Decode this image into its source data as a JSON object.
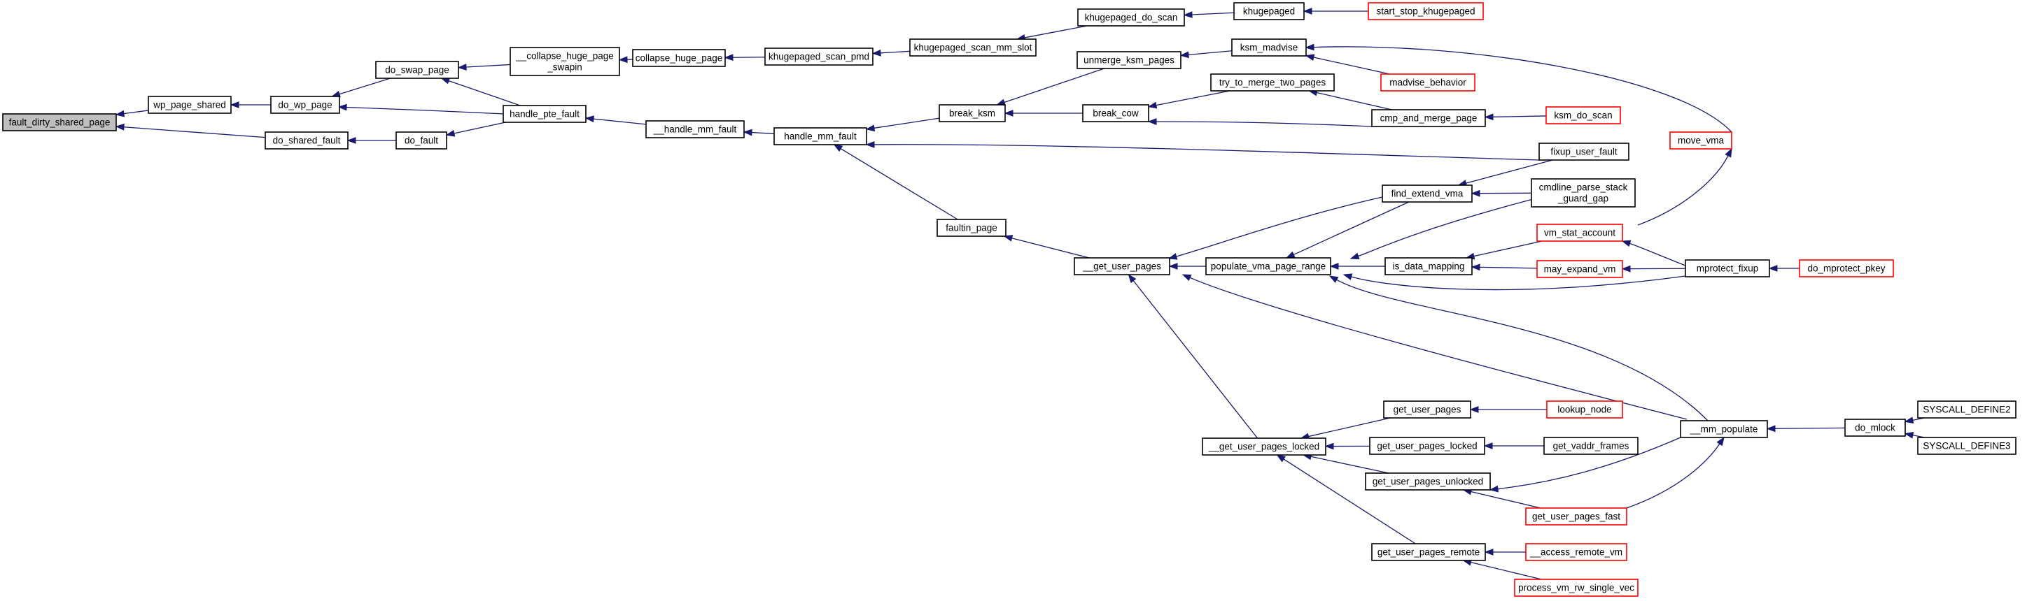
{
  "colors": {
    "edge": "#191970",
    "border_normal": "#000000",
    "border_truncated": "#ff0000",
    "focus_fill": "#bfbfbf"
  },
  "nodes": [
    {
      "id": "fault_dirty_shared_page",
      "label": [
        "fault_dirty_shared_page"
      ],
      "kind": "focus"
    },
    {
      "id": "wp_page_shared",
      "label": [
        "wp_page_shared"
      ],
      "kind": "normal"
    },
    {
      "id": "do_shared_fault",
      "label": [
        "do_shared_fault"
      ],
      "kind": "normal"
    },
    {
      "id": "do_wp_page",
      "label": [
        "do_wp_page"
      ],
      "kind": "normal"
    },
    {
      "id": "do_fault",
      "label": [
        "do_fault"
      ],
      "kind": "normal"
    },
    {
      "id": "do_swap_page",
      "label": [
        "do_swap_page"
      ],
      "kind": "normal"
    },
    {
      "id": "handle_pte_fault",
      "label": [
        "handle_pte_fault"
      ],
      "kind": "normal"
    },
    {
      "id": "collapse_huge_page_swapin",
      "label": [
        "__collapse_huge_page",
        "_swapin"
      ],
      "kind": "normal"
    },
    {
      "id": "collapse_huge_page",
      "label": [
        "collapse_huge_page"
      ],
      "kind": "normal"
    },
    {
      "id": "khugepaged_scan_pmd",
      "label": [
        "khugepaged_scan_pmd"
      ],
      "kind": "normal"
    },
    {
      "id": "khugepaged_scan_mm_slot",
      "label": [
        "khugepaged_scan_mm_slot"
      ],
      "kind": "normal"
    },
    {
      "id": "khugepaged_do_scan",
      "label": [
        "khugepaged_do_scan"
      ],
      "kind": "normal"
    },
    {
      "id": "khugepaged",
      "label": [
        "khugepaged"
      ],
      "kind": "normal"
    },
    {
      "id": "start_stop_khugepaged",
      "label": [
        "start_stop_khugepaged"
      ],
      "kind": "truncated"
    },
    {
      "id": "__handle_mm_fault",
      "label": [
        "__handle_mm_fault"
      ],
      "kind": "normal"
    },
    {
      "id": "handle_mm_fault",
      "label": [
        "handle_mm_fault"
      ],
      "kind": "normal"
    },
    {
      "id": "break_ksm",
      "label": [
        "break_ksm"
      ],
      "kind": "normal"
    },
    {
      "id": "unmerge_ksm_pages",
      "label": [
        "unmerge_ksm_pages"
      ],
      "kind": "normal"
    },
    {
      "id": "ksm_madvise",
      "label": [
        "ksm_madvise"
      ],
      "kind": "normal"
    },
    {
      "id": "madvise_behavior",
      "label": [
        "madvise_behavior"
      ],
      "kind": "truncated"
    },
    {
      "id": "break_cow",
      "label": [
        "break_cow"
      ],
      "kind": "normal"
    },
    {
      "id": "try_to_merge_two_pages",
      "label": [
        "try_to_merge_two_pages"
      ],
      "kind": "normal"
    },
    {
      "id": "cmp_and_merge_page",
      "label": [
        "cmp_and_merge_page"
      ],
      "kind": "normal"
    },
    {
      "id": "ksm_do_scan",
      "label": [
        "ksm_do_scan"
      ],
      "kind": "truncated"
    },
    {
      "id": "move_vma",
      "label": [
        "move_vma"
      ],
      "kind": "truncated"
    },
    {
      "id": "fixup_user_fault",
      "label": [
        "fixup_user_fault"
      ],
      "kind": "normal"
    },
    {
      "id": "faultin_page",
      "label": [
        "faultin_page"
      ],
      "kind": "normal"
    },
    {
      "id": "__get_user_pages",
      "label": [
        "__get_user_pages"
      ],
      "kind": "normal"
    },
    {
      "id": "find_extend_vma",
      "label": [
        "find_extend_vma"
      ],
      "kind": "normal"
    },
    {
      "id": "cmdline_parse_stack_guard_gap",
      "label": [
        "cmdline_parse_stack",
        "_guard_gap"
      ],
      "kind": "normal"
    },
    {
      "id": "populate_vma_page_range",
      "label": [
        "populate_vma_page_range"
      ],
      "kind": "normal"
    },
    {
      "id": "is_data_mapping",
      "label": [
        "is_data_mapping"
      ],
      "kind": "normal"
    },
    {
      "id": "vm_stat_account",
      "label": [
        "vm_stat_account"
      ],
      "kind": "truncated"
    },
    {
      "id": "may_expand_vm",
      "label": [
        "may_expand_vm"
      ],
      "kind": "truncated"
    },
    {
      "id": "mprotect_fixup",
      "label": [
        "mprotect_fixup"
      ],
      "kind": "normal"
    },
    {
      "id": "do_mprotect_pkey",
      "label": [
        "do_mprotect_pkey"
      ],
      "kind": "truncated"
    },
    {
      "id": "__mm_populate",
      "label": [
        "__mm_populate"
      ],
      "kind": "normal"
    },
    {
      "id": "do_mlock",
      "label": [
        "do_mlock"
      ],
      "kind": "normal"
    },
    {
      "id": "SYSCALL_DEFINE2",
      "label": [
        "SYSCALL_DEFINE2"
      ],
      "kind": "normal"
    },
    {
      "id": "SYSCALL_DEFINE3",
      "label": [
        "SYSCALL_DEFINE3"
      ],
      "kind": "normal"
    },
    {
      "id": "__get_user_pages_locked",
      "label": [
        "__get_user_pages_locked"
      ],
      "kind": "normal"
    },
    {
      "id": "get_user_pages",
      "label": [
        "get_user_pages"
      ],
      "kind": "normal"
    },
    {
      "id": "lookup_node",
      "label": [
        "lookup_node"
      ],
      "kind": "truncated"
    },
    {
      "id": "get_user_pages_locked",
      "label": [
        "get_user_pages_locked"
      ],
      "kind": "normal"
    },
    {
      "id": "get_vaddr_frames",
      "label": [
        "get_vaddr_frames"
      ],
      "kind": "normal"
    },
    {
      "id": "get_user_pages_unlocked",
      "label": [
        "get_user_pages_unlocked"
      ],
      "kind": "normal"
    },
    {
      "id": "get_user_pages_fast",
      "label": [
        "get_user_pages_fast"
      ],
      "kind": "truncated"
    },
    {
      "id": "get_user_pages_remote",
      "label": [
        "get_user_pages_remote"
      ],
      "kind": "normal"
    },
    {
      "id": "__access_remote_vm",
      "label": [
        "__access_remote_vm"
      ],
      "kind": "truncated"
    },
    {
      "id": "process_vm_rw_single_vec",
      "label": [
        "process_vm_rw_single_vec"
      ],
      "kind": "truncated"
    }
  ],
  "edges": [
    {
      "from": "wp_page_shared",
      "to": "fault_dirty_shared_page"
    },
    {
      "from": "do_shared_fault",
      "to": "fault_dirty_shared_page"
    },
    {
      "from": "do_wp_page",
      "to": "wp_page_shared"
    },
    {
      "from": "do_fault",
      "to": "do_shared_fault"
    },
    {
      "from": "do_swap_page",
      "to": "do_wp_page"
    },
    {
      "from": "handle_pte_fault",
      "to": "do_wp_page"
    },
    {
      "from": "handle_pte_fault",
      "to": "do_fault"
    },
    {
      "from": "collapse_huge_page_swapin",
      "to": "do_swap_page"
    },
    {
      "from": "handle_pte_fault",
      "to": "do_swap_page"
    },
    {
      "from": "collapse_huge_page",
      "to": "collapse_huge_page_swapin"
    },
    {
      "from": "khugepaged_scan_pmd",
      "to": "collapse_huge_page"
    },
    {
      "from": "khugepaged_scan_mm_slot",
      "to": "khugepaged_scan_pmd"
    },
    {
      "from": "khugepaged_do_scan",
      "to": "khugepaged_scan_mm_slot"
    },
    {
      "from": "khugepaged",
      "to": "khugepaged_do_scan"
    },
    {
      "from": "start_stop_khugepaged",
      "to": "khugepaged"
    },
    {
      "from": "__handle_mm_fault",
      "to": "handle_pte_fault"
    },
    {
      "from": "handle_mm_fault",
      "to": "__handle_mm_fault"
    },
    {
      "from": "break_ksm",
      "to": "handle_mm_fault"
    },
    {
      "from": "fixup_user_fault",
      "to": "handle_mm_fault"
    },
    {
      "from": "faultin_page",
      "to": "handle_mm_fault"
    },
    {
      "from": "unmerge_ksm_pages",
      "to": "break_ksm"
    },
    {
      "from": "break_cow",
      "to": "break_ksm"
    },
    {
      "from": "ksm_madvise",
      "to": "unmerge_ksm_pages"
    },
    {
      "from": "madvise_behavior",
      "to": "ksm_madvise"
    },
    {
      "from": "move_vma",
      "to": "ksm_madvise"
    },
    {
      "from": "try_to_merge_two_pages",
      "to": "break_cow"
    },
    {
      "from": "cmp_and_merge_page",
      "to": "break_cow"
    },
    {
      "from": "cmp_and_merge_page",
      "to": "try_to_merge_two_pages"
    },
    {
      "from": "ksm_do_scan",
      "to": "cmp_and_merge_page"
    },
    {
      "from": "__get_user_pages",
      "to": "faultin_page"
    },
    {
      "from": "populate_vma_page_range",
      "to": "__get_user_pages"
    },
    {
      "from": "__get_user_pages_locked",
      "to": "__get_user_pages"
    },
    {
      "from": "__mm_populate",
      "to": "__get_user_pages"
    },
    {
      "from": "find_extend_vma",
      "to": "__get_user_pages"
    },
    {
      "from": "fixup_user_fault",
      "to": "find_extend_vma"
    },
    {
      "from": "cmdline_parse_stack_guard_gap",
      "to": "find_extend_vma"
    },
    {
      "from": "find_extend_vma",
      "to": "populate_vma_page_range"
    },
    {
      "from": "cmdline_parse_stack_guard_gap",
      "to": "populate_vma_page_range"
    },
    {
      "from": "is_data_mapping",
      "to": "populate_vma_page_range"
    },
    {
      "from": "mprotect_fixup",
      "to": "populate_vma_page_range"
    },
    {
      "from": "__mm_populate",
      "to": "populate_vma_page_range"
    },
    {
      "from": "vm_stat_account",
      "to": "is_data_mapping"
    },
    {
      "from": "may_expand_vm",
      "to": "is_data_mapping"
    },
    {
      "from": "vm_stat_account",
      "to": "move_vma"
    },
    {
      "from": "mprotect_fixup",
      "to": "vm_stat_account"
    },
    {
      "from": "mprotect_fixup",
      "to": "may_expand_vm"
    },
    {
      "from": "do_mprotect_pkey",
      "to": "mprotect_fixup"
    },
    {
      "from": "do_mlock",
      "to": "__mm_populate"
    },
    {
      "from": "SYSCALL_DEFINE2",
      "to": "do_mlock"
    },
    {
      "from": "SYSCALL_DEFINE3",
      "to": "do_mlock"
    },
    {
      "from": "get_user_pages",
      "to": "__get_user_pages_locked"
    },
    {
      "from": "get_user_pages_locked",
      "to": "__get_user_pages_locked"
    },
    {
      "from": "get_user_pages_unlocked",
      "to": "__get_user_pages_locked"
    },
    {
      "from": "get_user_pages_remote",
      "to": "__get_user_pages_locked"
    },
    {
      "from": "lookup_node",
      "to": "get_user_pages"
    },
    {
      "from": "get_vaddr_frames",
      "to": "get_user_pages_locked"
    },
    {
      "from": "__mm_populate",
      "to": "get_user_pages_unlocked"
    },
    {
      "from": "get_user_pages_fast",
      "to": "get_user_pages_unlocked"
    },
    {
      "from": "get_user_pages_fast",
      "to": "__mm_populate"
    },
    {
      "from": "__access_remote_vm",
      "to": "get_user_pages_remote"
    },
    {
      "from": "process_vm_rw_single_vec",
      "to": "get_user_pages_remote"
    }
  ]
}
